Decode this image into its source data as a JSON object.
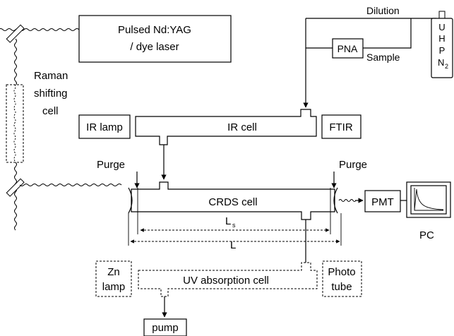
{
  "labels": {
    "laser": "Pulsed Nd:YAG",
    "laser_line2": "/ dye laser",
    "dilution": "Dilution",
    "pna": "PNA",
    "sample": "Sample",
    "uhp_u": "U",
    "uhp_h": "H",
    "uhp_p": "P",
    "uhp_n": "N",
    "uhp_n_sub": "2",
    "raman_1": "Raman",
    "raman_2": "shifting",
    "raman_3": "cell",
    "ir_lamp": "IR lamp",
    "ir_cell": "IR cell",
    "ftir": "FTIR",
    "purge_left": "Purge",
    "purge_right": "Purge",
    "crds_cell": "CRDS cell",
    "pmt": "PMT",
    "pc": "PC",
    "ls": "L",
    "ls_sub": "s",
    "l": "L",
    "zn_1": "Zn",
    "zn_2": "lamp",
    "uv_cell": "UV absorption cell",
    "photo_1": "Photo",
    "photo_2": "tube",
    "pump": "pump"
  }
}
